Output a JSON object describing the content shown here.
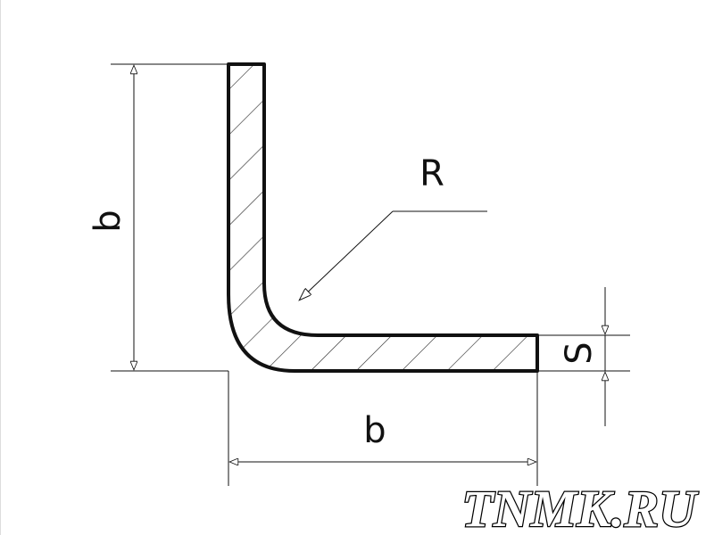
{
  "labels": {
    "vertical_leg": "b",
    "horizontal_leg": "b",
    "radius": "R",
    "thickness": "S"
  },
  "watermark": "TNMK.RU",
  "colors": {
    "line": "#111111",
    "background": "#ffffff",
    "watermark_fill": "#ffffff",
    "watermark_outline": "#000000"
  }
}
